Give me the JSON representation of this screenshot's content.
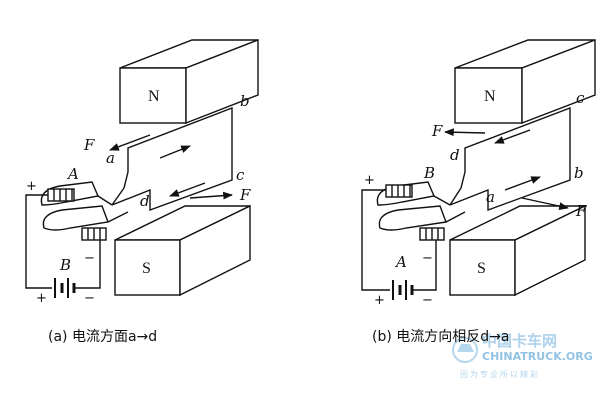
{
  "left": {
    "pole_top": "N",
    "pole_bottom": "S",
    "labels": {
      "a": "a",
      "b": "b",
      "c": "c",
      "d": "d",
      "A": "A",
      "B": "B"
    },
    "force_top": "F",
    "force_bottom": "F",
    "plus_top": "+",
    "minus_right": "−",
    "plus_bottom": "+",
    "minus_bottom": "−",
    "caption": "(a) 电流方面a→d"
  },
  "right": {
    "pole_top": "N",
    "pole_bottom": "S",
    "labels": {
      "a": "a",
      "b": "b",
      "c": "c",
      "d": "d",
      "A": "A",
      "B": "B"
    },
    "force_top": "F",
    "force_bottom": "F",
    "plus_top": "+",
    "minus_right": "−",
    "plus_bottom": "+",
    "minus_bottom": "−",
    "caption": "(b) 电流方向相反d→a"
  },
  "watermark": {
    "brand_cn": "中国卡车网",
    "brand_en": "CHINATRUCK.ORG",
    "slogan": "因为专业所以精彩"
  }
}
